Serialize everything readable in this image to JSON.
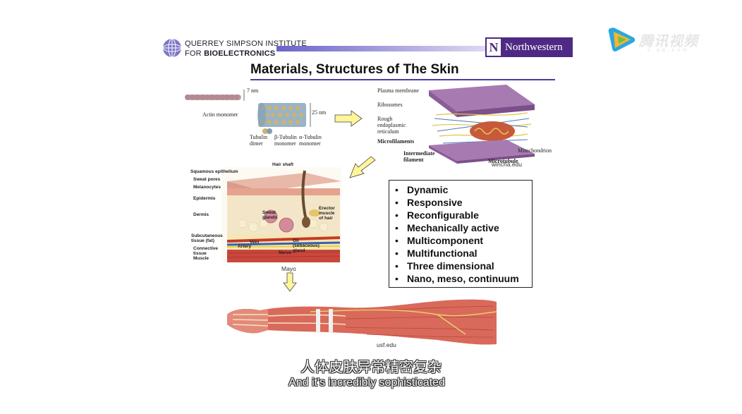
{
  "header": {
    "institute_line1": "QUERREY SIMPSON INSTITUTE",
    "institute_line2_prefix": "FOR ",
    "institute_line2_bold": "BIOELECTRONICS",
    "university": "Northwestern",
    "university_mark": "N"
  },
  "slide": {
    "title": "Materials, Structures of The Skin",
    "cytoskeleton_labels": {
      "actin": "Actin monomer",
      "nm7": "7 nm",
      "nm25": "25 nm",
      "tubulin_dimer": "Tubulin dimer",
      "beta_tubulin": "β-Tubulin monomer",
      "alpha_tubulin": "α-Tubulin monomer"
    },
    "cell_labels": {
      "plasma_membrane": "Plasma membrane",
      "ribosomes": "Ribosomes",
      "rough_er": "Rough endoplasmic reticulum",
      "microfilaments": "Microfilaments",
      "intermediate_filament": "Intermediate filament",
      "microtubule": "Microtubule",
      "mitochondrion": "Mitochondrion"
    },
    "skin_labels": {
      "hair_shaft": "Hair shaft",
      "squamous": "Squamous epithelium",
      "sweat_pores": "Sweat pores",
      "melanocytes": "Melanocytes",
      "epidermis": "Epidermis",
      "dermis": "Dermis",
      "sweat_glands": "Sweat glands",
      "erector": "Erector muscle of hair",
      "subcutaneous": "Subcutaneous tissue (fat)",
      "connective": "Connective tissue",
      "muscle": "Muscle",
      "artery": "Artery",
      "vein": "Vein",
      "nerve": "Nerve",
      "oil_gland": "Oil (sebaceous) gland"
    },
    "credits": {
      "cell": "wincha.edu",
      "skin": "Mayo",
      "arm": "usf.edu"
    },
    "properties": [
      "Dynamic",
      "Responsive",
      "Reconfigurable",
      "Mechanically active",
      "Multicomponent",
      "Multifunctional",
      "Three dimensional",
      "Nano, meso, continuum"
    ],
    "bullet": "•"
  },
  "subtitles": {
    "chinese": "人体皮肤异常精密复杂",
    "english": "And it's incredibly sophisticated"
  },
  "watermark": {
    "brand": "腾讯视频",
    "sub": "v.qq.com"
  },
  "colors": {
    "northwestern_purple": "#4e2a84",
    "arrow_yellow": "#fff59a",
    "title_rule": "#4e3aa4"
  }
}
